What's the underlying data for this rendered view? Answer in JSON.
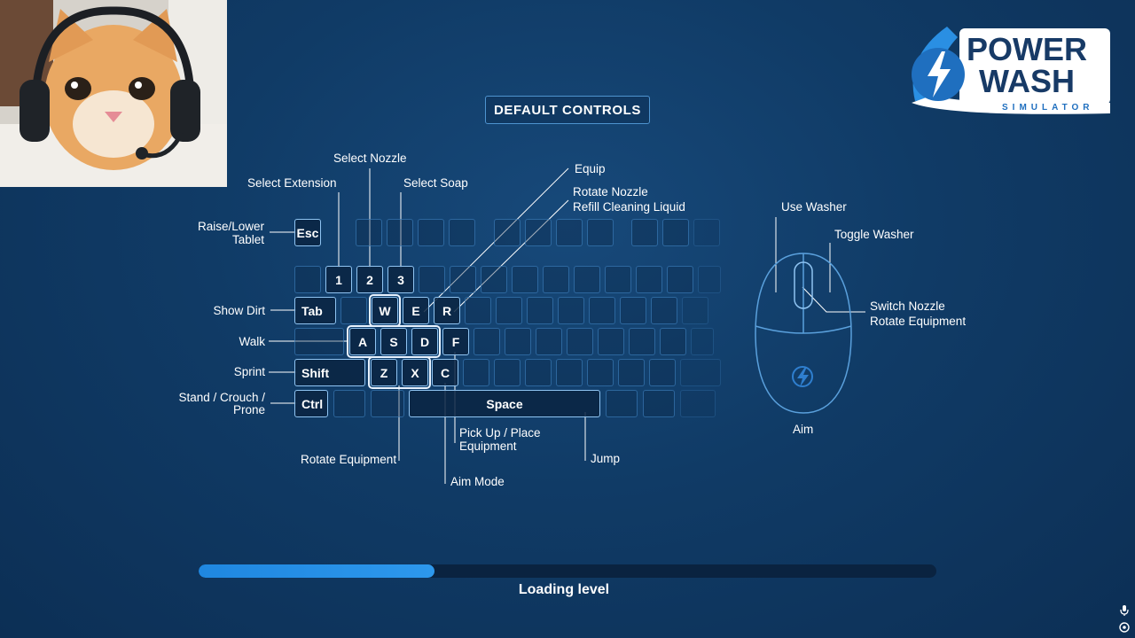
{
  "screen": {
    "title": "DEFAULT CONTROLS",
    "logo": {
      "line1": "POWER",
      "line2": "WASH",
      "line3": "SIMULATOR"
    },
    "loading_text": "Loading level",
    "loading_progress": 0.32
  },
  "keys": {
    "esc": "Esc",
    "k1": "1",
    "k2": "2",
    "k3": "3",
    "tab": "Tab",
    "w": "W",
    "e": "E",
    "r": "R",
    "a": "A",
    "s": "S",
    "d": "D",
    "f": "F",
    "shift": "Shift",
    "z": "Z",
    "x": "X",
    "c": "C",
    "ctrl": "Ctrl",
    "space": "Space"
  },
  "labels": {
    "select_nozzle": "Select Nozzle",
    "select_extension": "Select Extension",
    "select_soap": "Select Soap",
    "equip": "Equip",
    "rotate_nozzle": "Rotate Nozzle",
    "refill": "Refill Cleaning Liquid",
    "raise_lower_1": "Raise/Lower",
    "raise_lower_2": "Tablet",
    "show_dirt": "Show Dirt",
    "walk": "Walk",
    "sprint": "Sprint",
    "stand_1": "Stand / Crouch /",
    "stand_2": "Prone",
    "rotate_equipment": "Rotate Equipment",
    "pickup_1": "Pick Up / Place",
    "pickup_2": "Equipment",
    "aim_mode": "Aim Mode",
    "jump": "Jump"
  },
  "mouse": {
    "use_washer": "Use Washer",
    "toggle_washer": "Toggle Washer",
    "switch_nozzle": "Switch Nozzle",
    "rotate_equipment": "Rotate Equipment",
    "aim": "Aim"
  },
  "icons": {
    "mic": "microphone-icon",
    "settings": "settings-icon",
    "logo_bolt": "lightning-bolt-icon",
    "webcam": "cat-with-headset"
  },
  "colors": {
    "background": "#103b66",
    "key_border": "#468ccd",
    "highlight": "#e9f3ff",
    "progress": "#1f87e0"
  }
}
